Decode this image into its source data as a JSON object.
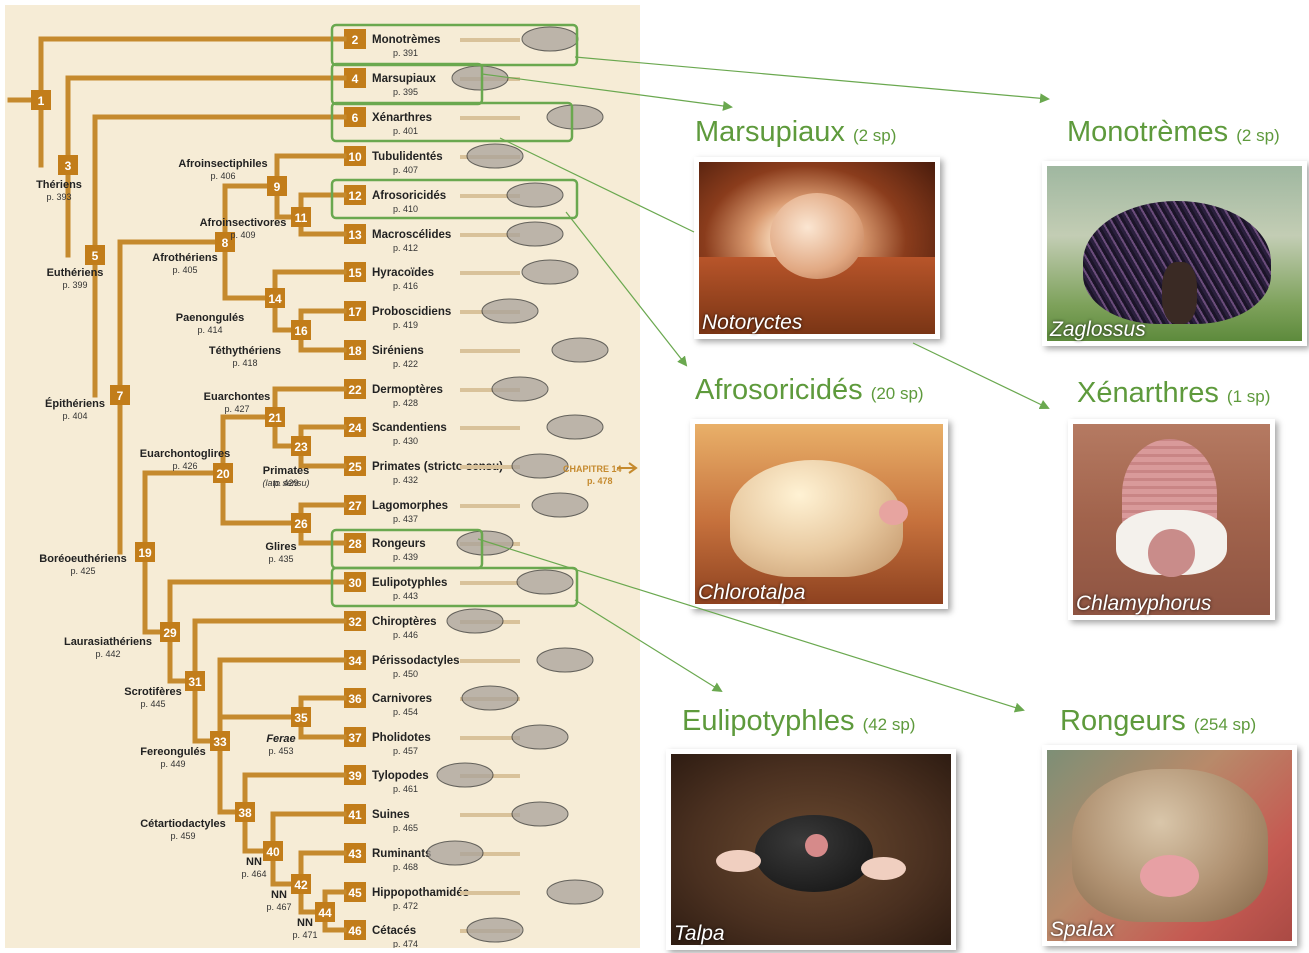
{
  "tree": {
    "taxa": [
      {
        "num": "2",
        "name": "Monotrèmes",
        "page": "p. 391"
      },
      {
        "num": "4",
        "name": "Marsupiaux",
        "page": "p. 395"
      },
      {
        "num": "6",
        "name": "Xénarthres",
        "page": "p. 401"
      },
      {
        "num": "10",
        "name": "Tubulidentés",
        "page": "p. 407"
      },
      {
        "num": "12",
        "name": "Afrosoricidés",
        "page": "p. 410"
      },
      {
        "num": "13",
        "name": "Macroscélides",
        "page": "p. 412"
      },
      {
        "num": "15",
        "name": "Hyracoïdes",
        "page": "p. 416"
      },
      {
        "num": "17",
        "name": "Proboscidiens",
        "page": "p. 419"
      },
      {
        "num": "18",
        "name": "Siréniens",
        "page": "p. 422"
      },
      {
        "num": "22",
        "name": "Dermoptères",
        "page": "p. 428"
      },
      {
        "num": "24",
        "name": "Scandentiens",
        "page": "p. 430"
      },
      {
        "num": "25",
        "name": "Primates (stricto sensu)",
        "page": "p. 432"
      },
      {
        "num": "27",
        "name": "Lagomorphes",
        "page": "p. 437"
      },
      {
        "num": "28",
        "name": "Rongeurs",
        "page": "p. 439"
      },
      {
        "num": "30",
        "name": "Eulipotyphles",
        "page": "p. 443"
      },
      {
        "num": "32",
        "name": "Chiroptères",
        "page": "p. 446"
      },
      {
        "num": "34",
        "name": "Périssodactyles",
        "page": "p. 450"
      },
      {
        "num": "36",
        "name": "Carnivores",
        "page": "p. 454"
      },
      {
        "num": "37",
        "name": "Pholidotes",
        "page": "p. 457"
      },
      {
        "num": "39",
        "name": "Tylopodes",
        "page": "p. 461"
      },
      {
        "num": "41",
        "name": "Suines",
        "page": "p. 465"
      },
      {
        "num": "43",
        "name": "Ruminants",
        "page": "p. 468"
      },
      {
        "num": "45",
        "name": "Hippopothamidés",
        "page": "p. 472"
      },
      {
        "num": "46",
        "name": "Cétacés",
        "page": "p. 474"
      }
    ],
    "nodes": [
      "1",
      "3",
      "5",
      "7",
      "8",
      "9",
      "11",
      "14",
      "16",
      "19",
      "20",
      "21",
      "23",
      "26",
      "29",
      "31",
      "33",
      "35",
      "38",
      "40",
      "42",
      "44"
    ],
    "clades": [
      {
        "name": "Thériens",
        "page": "p. 393"
      },
      {
        "name": "Euthériens",
        "page": "p. 399"
      },
      {
        "name": "Épithériens",
        "page": "p. 404"
      },
      {
        "name": "Boréoeuthériens",
        "page": "p. 425"
      },
      {
        "name": "Afroinsectiphiles",
        "page": "p. 406"
      },
      {
        "name": "Afroinsectivores",
        "page": "p. 409"
      },
      {
        "name": "Afrothériens",
        "page": "p. 405"
      },
      {
        "name": "Paenongulés",
        "page": "p. 414"
      },
      {
        "name": "Téthythériens",
        "page": "p. 418"
      },
      {
        "name": "Euarchontes",
        "page": "p. 427"
      },
      {
        "name": "Euarchontoglires",
        "page": "p. 426"
      },
      {
        "name": "Primates",
        "page": "p. 429"
      },
      {
        "name": "Glires",
        "page": "p. 435"
      },
      {
        "name": "Laurasiathériens",
        "page": "p. 442"
      },
      {
        "name": "Scrotifères",
        "page": "p. 445"
      },
      {
        "name": "Fereongulés",
        "page": "p. 449"
      },
      {
        "name": "Ferae",
        "page": "p. 453"
      },
      {
        "name": "Cétartiodactyles",
        "page": "p. 459"
      },
      {
        "name": "NN",
        "page": "p. 464"
      },
      {
        "name": "NN",
        "page": "p. 467"
      },
      {
        "name": "NN",
        "page": "p. 471"
      }
    ],
    "primates_note": "(lato sensu)",
    "chapter_ref": "CHAPITRE 14",
    "chapter_page": "p. 478"
  },
  "groups": [
    {
      "title": "Marsupiaux",
      "count": "(2 sp)",
      "genus": "Notoryctes"
    },
    {
      "title": "Monotrèmes",
      "count": "(2 sp)",
      "genus": "Zaglossus"
    },
    {
      "title": "Afrosoricidés",
      "count": "(20 sp)",
      "genus": "Chlorotalpa"
    },
    {
      "title": "Xénarthres",
      "count": "(1 sp)",
      "genus": "Chlamyphorus"
    },
    {
      "title": "Eulipotyphles",
      "count": "(42 sp)",
      "genus": "Talpa"
    },
    {
      "title": "Rongeurs",
      "count": "(254 sp)",
      "genus": "Spalax"
    }
  ],
  "colors": {
    "branch": "#c58a2e",
    "node_fill": "#c27d1a",
    "highlight": "#6aa84f",
    "title_green": "#5e9a3c"
  }
}
